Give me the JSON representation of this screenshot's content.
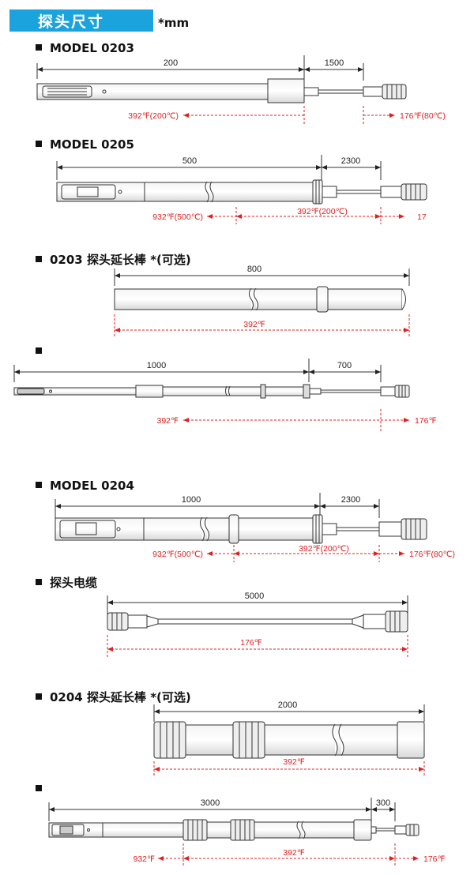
{
  "header": {
    "title": "探头尺寸",
    "unit": "*mm"
  },
  "sections": {
    "s1": "MODEL 0203",
    "s2": "MODEL 0205",
    "s3": "0203 探头延长棒 *(可选)",
    "s4": "",
    "s5": "MODEL 0204",
    "s6": "探头电缆",
    "s7": "0204 探头延长棒 *(可选)",
    "s8": ""
  },
  "dims": {
    "s1_a": "200",
    "s1_b": "1500",
    "s2_a": "500",
    "s2_b": "2300",
    "s3_a": "800",
    "s4_a": "1000",
    "s4_b": "700",
    "s5_a": "1000",
    "s5_b": "2300",
    "s6_a": "5000",
    "s7_a": "2000",
    "s8_a": "3000",
    "s8_b": "300"
  },
  "temps": {
    "s1_a": "392℉(200℃)",
    "s1_b": "176℉(80℃)",
    "s2_a": "932℉(500℃)",
    "s2_b": "392℉(200℃)",
    "s2_c": "17",
    "s3_a": "392℉",
    "s4_a": "392℉",
    "s4_b": "176℉",
    "s5_a": "932℉(500℃)",
    "s5_b": "392℉(200℃)",
    "s5_c": "176℉(80℃)",
    "s6_a": "176℉",
    "s7_a": "392℉",
    "s8_a": "932℉",
    "s8_b": "392℉",
    "s8_c": "176℉"
  },
  "colors": {
    "accent": "#1aa3dc",
    "temp": "#e02020"
  }
}
